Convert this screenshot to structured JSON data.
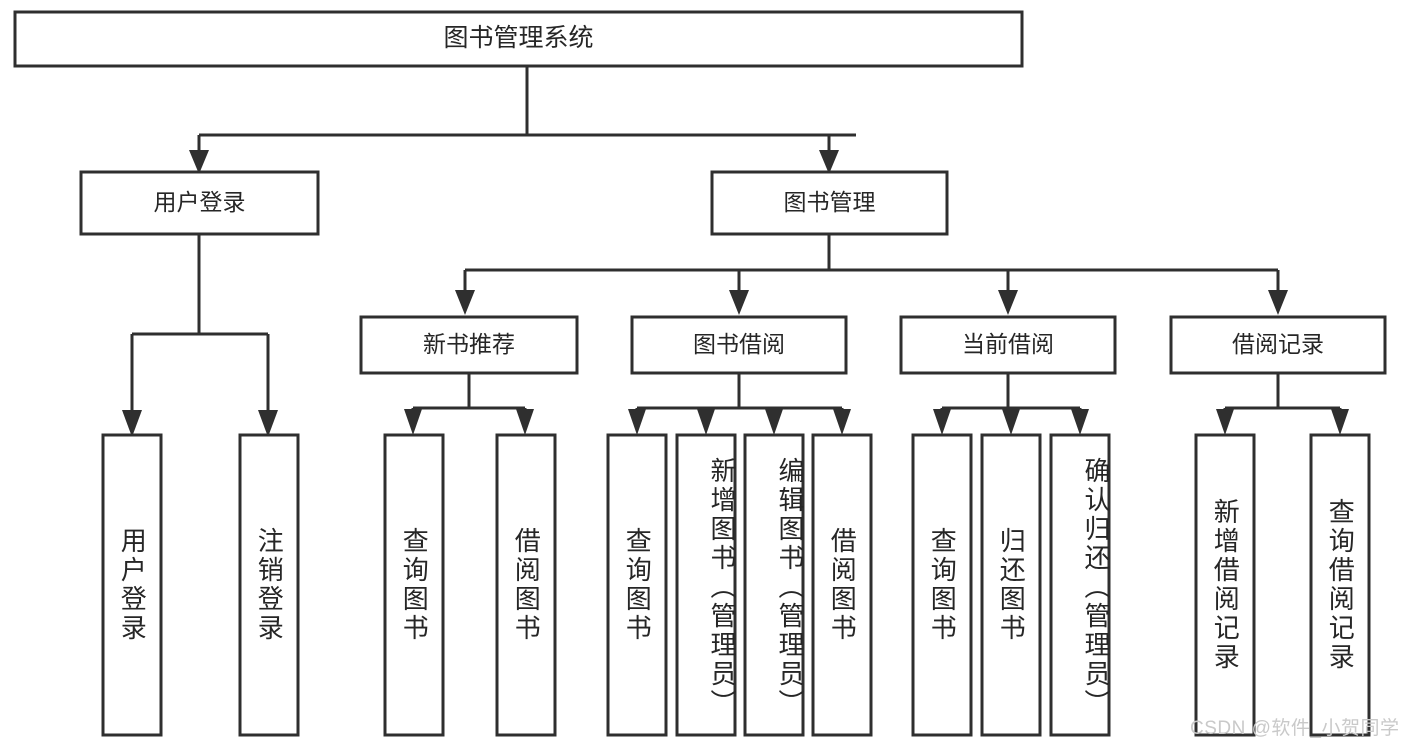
{
  "diagram": {
    "title": "图书管理系统",
    "root": {
      "label": "图书管理系统"
    },
    "level2": [
      {
        "label": "用户登录"
      },
      {
        "label": "图书管理"
      }
    ],
    "level3": [
      {
        "label": "新书推荐"
      },
      {
        "label": "图书借阅"
      },
      {
        "label": "当前借阅"
      },
      {
        "label": "借阅记录"
      }
    ],
    "leaves": {
      "user_login": [
        {
          "label": "用户登录"
        },
        {
          "label": "注销登录"
        }
      ],
      "new_book_recommend": [
        {
          "label": "查询图书"
        },
        {
          "label": "借阅图书"
        }
      ],
      "book_borrow": [
        {
          "label": "查询图书"
        },
        {
          "label": "新增图书（管理员）"
        },
        {
          "label": "编辑图书（管理员）"
        },
        {
          "label": "借阅图书"
        }
      ],
      "current_borrow": [
        {
          "label": "查询图书"
        },
        {
          "label": "归还图书"
        },
        {
          "label": "确认归还（管理员）"
        }
      ],
      "borrow_record": [
        {
          "label": "新增借阅记录"
        },
        {
          "label": "查询借阅记录"
        }
      ]
    }
  },
  "watermark": {
    "text": "CSDN @软件_小贺同学"
  },
  "colors": {
    "stroke": "#2f2f2f",
    "fill": "#ffffff",
    "text": "#262626",
    "watermark": "#c9c9c9"
  }
}
